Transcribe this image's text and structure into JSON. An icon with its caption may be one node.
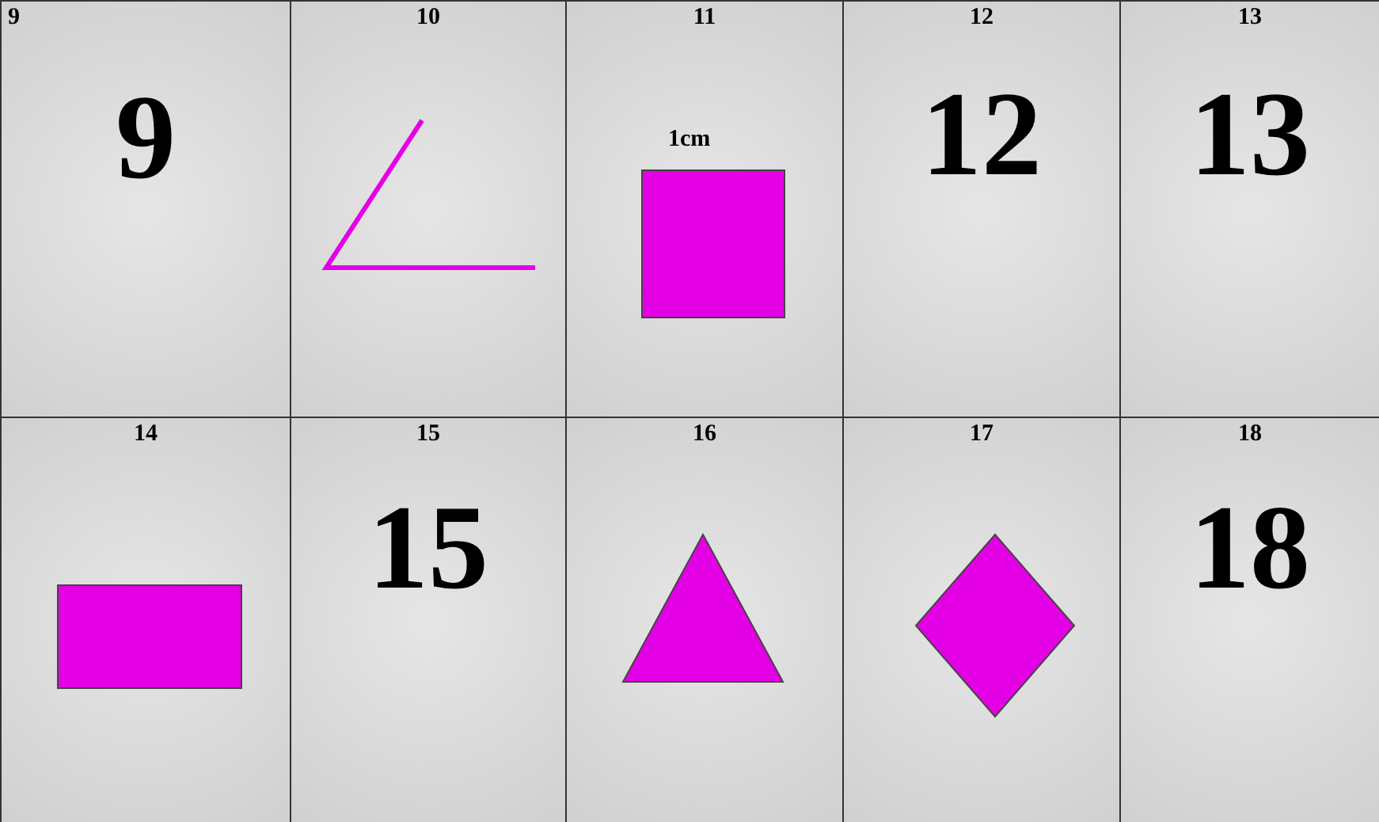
{
  "diagram": {
    "nodes": [
      {
        "text": [
          "9",
          "9"
        ]
      },
      {
        "text": [
          "10"
        ]
      },
      {
        "text": [],
        "shape": "angle",
        "in": 1
      },
      {
        "text": [
          "11"
        ]
      },
      {
        "text": [],
        "shape": "square",
        "in": 3
      },
      {
        "text": [
          "12",
          "12"
        ]
      },
      {
        "text": [
          "13",
          "13"
        ]
      },
      {
        "text": [
          "14"
        ]
      },
      {
        "text": [],
        "shape": "rectangle",
        "in": 7
      },
      {
        "text": [
          "15",
          "15"
        ]
      },
      {
        "text": [
          "16"
        ]
      },
      {
        "text": [],
        "shape": "triangle",
        "in": 10
      },
      {
        "text": [
          "17"
        ]
      },
      {
        "text": [],
        "shape": "diamond",
        "in": 12
      },
      {
        "text": [
          "18",
          "18"
        ]
      }
    ],
    "labels": [
      "1cm"
    ]
  }
}
